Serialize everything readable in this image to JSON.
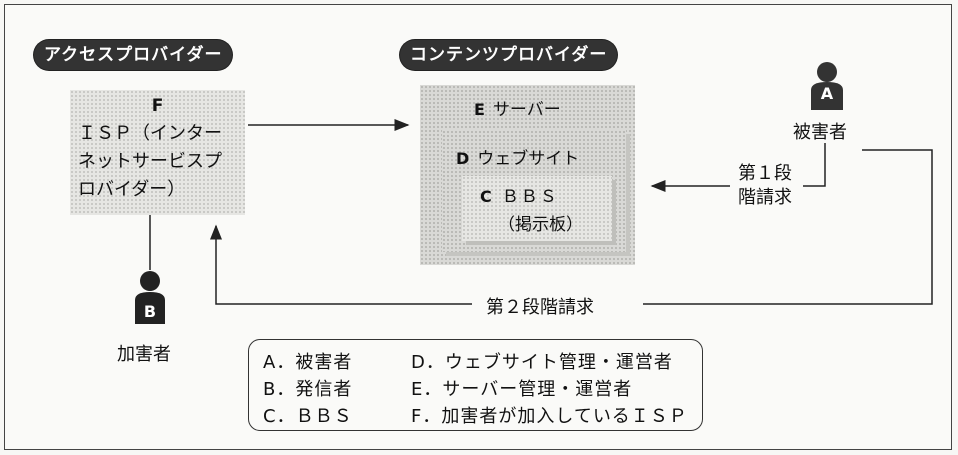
{
  "access_provider": {
    "title": "アクセスプロバイダー",
    "isp_letter": "F",
    "isp_lines": [
      "ＩＳＰ（インター",
      "ネットサービスプ",
      "ロバイダー）"
    ]
  },
  "content_provider": {
    "title": "コンテンツプロバイダー",
    "server": {
      "letter": "E",
      "label": "サーバー"
    },
    "website": {
      "letter": "D",
      "label": "ウェブサイト"
    },
    "bbs": {
      "letter": "C",
      "label": "ＢＢＳ",
      "sublabel": "（掲示板）"
    }
  },
  "victim": {
    "badge": "A",
    "label": "被害者"
  },
  "offender": {
    "badge": "B",
    "label": "加害者"
  },
  "request1": {
    "line1": "第１段",
    "line2": "階請求"
  },
  "request2": {
    "label": "第２段階請求"
  },
  "legend": {
    "left": [
      "A．被害者",
      "B．発信者",
      "C．ＢＢＳ"
    ],
    "right": [
      "D．ウェブサイト管理・運営者",
      "E．サーバー管理・運営者",
      "F．加害者が加入しているＩＳＰ"
    ]
  }
}
